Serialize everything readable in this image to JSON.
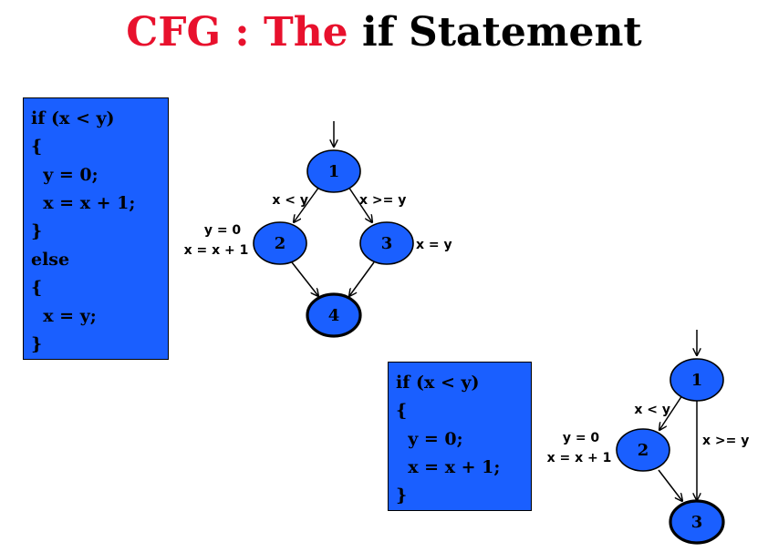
{
  "title": {
    "part1": "CFG : The ",
    "part2": "if Statement"
  },
  "colors": {
    "title_red": "#e8112d",
    "node_fill": "#1a5fff",
    "box_fill": "#1a5fff"
  },
  "code_if_else": [
    "if (x < y)",
    "{",
    "  y = 0;",
    "  x = x + 1;",
    "}",
    "else",
    "{",
    "  x = y;",
    "}"
  ],
  "code_if": [
    "if (x < y)",
    "{",
    "  y = 0;",
    "  x = x + 1;",
    "}"
  ],
  "graph_if_else": {
    "nodes": [
      {
        "id": "1",
        "label": "1",
        "kind": "entry"
      },
      {
        "id": "2",
        "label": "2",
        "kind": "normal",
        "annotation": [
          "y = 0",
          "x = x + 1"
        ]
      },
      {
        "id": "3",
        "label": "3",
        "kind": "normal",
        "annotation": [
          "x = y"
        ]
      },
      {
        "id": "4",
        "label": "4",
        "kind": "exit"
      }
    ],
    "edges": [
      {
        "from": "1",
        "to": "2",
        "label": "x < y"
      },
      {
        "from": "1",
        "to": "3",
        "label": "x >= y"
      },
      {
        "from": "2",
        "to": "4",
        "label": ""
      },
      {
        "from": "3",
        "to": "4",
        "label": ""
      }
    ]
  },
  "graph_if": {
    "nodes": [
      {
        "id": "1",
        "label": "1",
        "kind": "entry"
      },
      {
        "id": "2",
        "label": "2",
        "kind": "normal",
        "annotation": [
          "y = 0",
          "x = x + 1"
        ]
      },
      {
        "id": "3",
        "label": "3",
        "kind": "exit"
      }
    ],
    "edges": [
      {
        "from": "1",
        "to": "2",
        "label": "x < y"
      },
      {
        "from": "1",
        "to": "3",
        "label": "x >= y"
      },
      {
        "from": "2",
        "to": "3",
        "label": ""
      }
    ]
  }
}
